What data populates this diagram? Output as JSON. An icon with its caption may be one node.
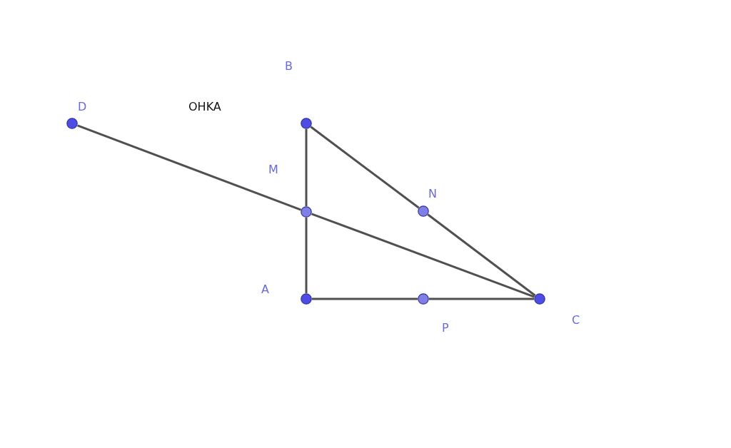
{
  "diagram": {
    "nodes": [
      {
        "text": [],
        "shape": "circle",
        "beside": [
          "D"
        ]
      },
      {
        "text": [],
        "shape": "circle"
      },
      {
        "text": [],
        "shape": "circle",
        "beside": [
          "M"
        ]
      },
      {
        "text": [],
        "shape": "circle",
        "beside": [
          "N"
        ]
      },
      {
        "text": [],
        "shape": "circle",
        "beside": [
          "A"
        ]
      },
      {
        "text": [],
        "shape": "circle",
        "beside": [
          "P"
        ]
      },
      {
        "text": [],
        "shape": "circle",
        "beside": [
          "C"
        ]
      }
    ],
    "edges": [
      {
        "from": 0,
        "to": 2,
        "arrow": "none"
      },
      {
        "from": 2,
        "to": 6,
        "arrow": "none"
      },
      {
        "from": 1,
        "to": 2,
        "arrow": "none"
      },
      {
        "from": 2,
        "to": 4,
        "arrow": "none"
      },
      {
        "from": 1,
        "to": 3,
        "arrow": "none"
      },
      {
        "from": 3,
        "to": 6,
        "arrow": "none"
      },
      {
        "from": 4,
        "to": 5,
        "arrow": "none"
      },
      {
        "from": 5,
        "to": 6,
        "arrow": "none"
      }
    ],
    "labels": [
      "B",
      "OHKA"
    ]
  }
}
